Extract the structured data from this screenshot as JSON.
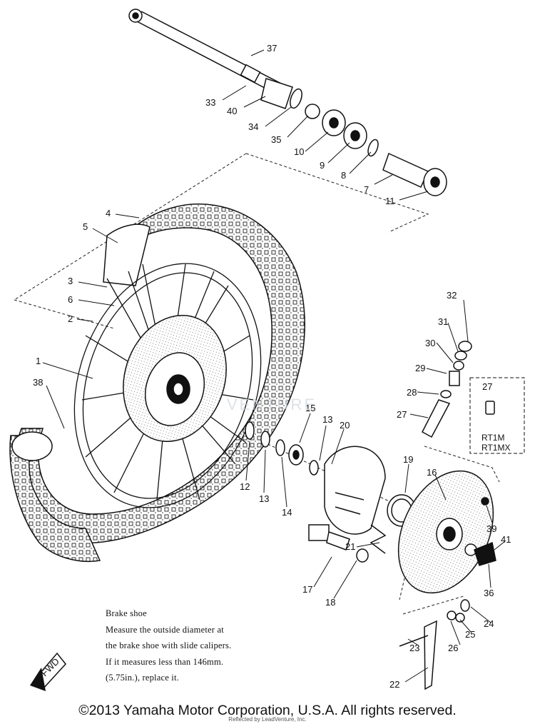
{
  "callouts": [
    "37",
    "33",
    "40",
    "34",
    "35",
    "10",
    "9",
    "8",
    "7",
    "11",
    "4",
    "5",
    "3",
    "6",
    "2",
    "1",
    "38",
    "32",
    "31",
    "30",
    "29",
    "28",
    "27",
    "27",
    "15",
    "13",
    "20",
    "12",
    "13",
    "14",
    "19",
    "16",
    "39",
    "41",
    "21",
    "36",
    "17",
    "18",
    "24",
    "25",
    "26",
    "23",
    "22"
  ],
  "brake_note": {
    "title": "Brake shoe",
    "line1": "Measure the outside diameter at",
    "line2": "the brake shoe with slide calipers.",
    "line3": "If it measures less than 146mm.",
    "line4": "(5.75in.), replace it."
  },
  "model_labels": [
    "RT1M",
    "RT1MX"
  ],
  "fwd_label": "FWD",
  "watermark": "VENTURE",
  "copyright": "©2013 Yamaha Motor Corporation, U.S.A. All rights reserved.",
  "credit": "Reflected by LeadVenture, Inc."
}
